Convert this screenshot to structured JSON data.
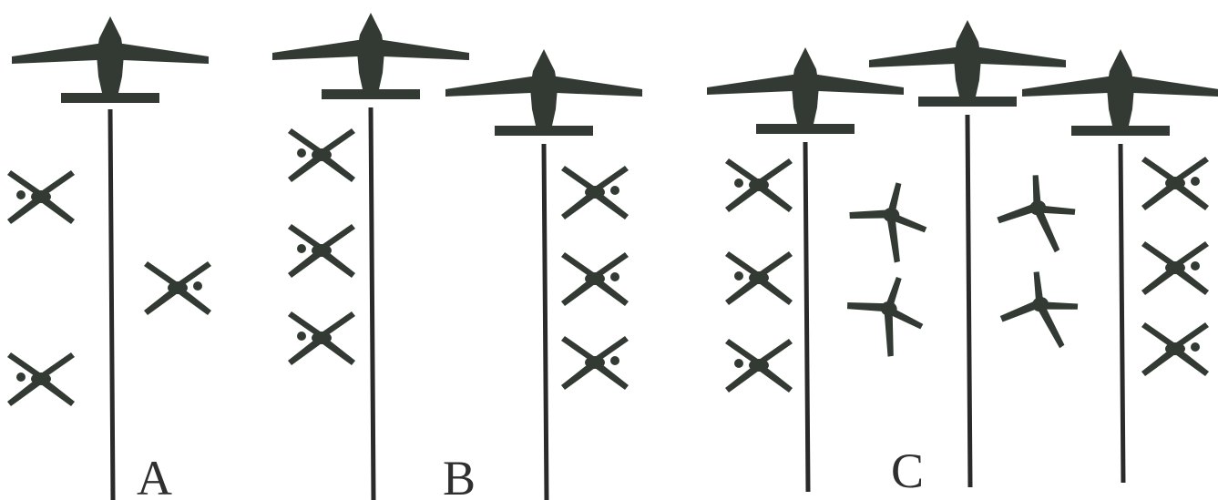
{
  "panels": {
    "a": {
      "label": "A"
    },
    "b": {
      "label": "B"
    },
    "c": {
      "label": "C"
    }
  },
  "colors": {
    "aircraft": "#333a33",
    "line": "#2a2a2a",
    "background": "#ffffff",
    "label": "#2f2f2f"
  },
  "icons": {
    "aircraft": "aircraft-icon",
    "parachutist": "parachutist-icon"
  }
}
